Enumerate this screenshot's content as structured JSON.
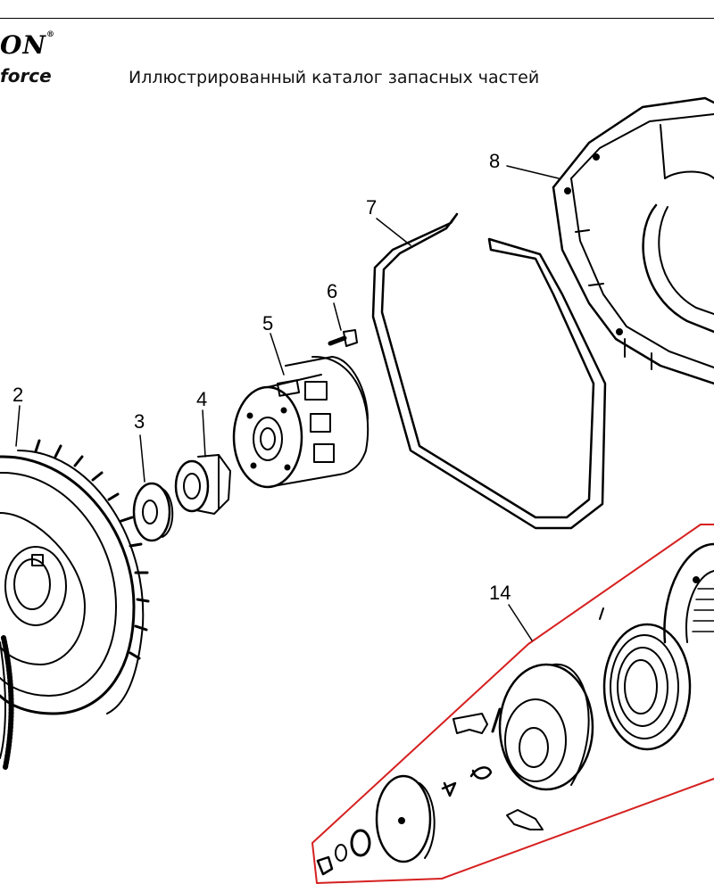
{
  "header": {
    "brand_name": "ON",
    "brand_mark": "®",
    "brand_tagline": "force",
    "title": "Иллюстрированный каталог запасных частей"
  },
  "parts": [
    {
      "number": "2"
    },
    {
      "number": "3"
    },
    {
      "number": "4"
    },
    {
      "number": "5"
    },
    {
      "number": "6"
    },
    {
      "number": "7"
    },
    {
      "number": "8"
    },
    {
      "number": "14"
    }
  ],
  "colors": {
    "line": "#000000",
    "kit_outline": "#d62020",
    "background": "#ffffff"
  }
}
